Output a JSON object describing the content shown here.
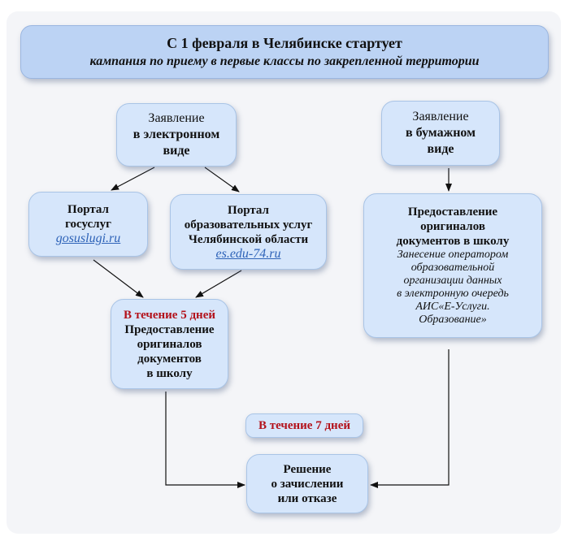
{
  "title": {
    "main": "С 1 февраля в Челябинске стартует",
    "sub": "кампания по приему в первые классы по закрепленной территории"
  },
  "electronic": {
    "line1": "Заявление",
    "line2": "в электронном",
    "line3": "виде"
  },
  "paper": {
    "line1": "Заявление",
    "line2": "в бумажном",
    "line3": "виде"
  },
  "gosuslugi": {
    "line1": "Портал",
    "line2": "госуслуг",
    "link": "gosuslugi.ru"
  },
  "edu_portal": {
    "line1": "Портал",
    "line2": "образовательных услуг",
    "line3": "Челябинской области",
    "link": "es.edu-74.ru"
  },
  "originals_electronic": {
    "deadline": "В течение 5 дней",
    "line1": "Предоставление",
    "line2": "оригиналов",
    "line3": "документов",
    "line4": "в школу"
  },
  "originals_paper": {
    "line1": "Предоставление",
    "line2": "оригиналов",
    "line3": "документов в школу",
    "note1": "Занесение оператором",
    "note2": "образовательной",
    "note3": "организации данных",
    "note4": "в электронную очередь",
    "note5": "АИС«Е-Услуги.",
    "note6": "Образование»"
  },
  "deadline7": "В течение 7 дней",
  "decision": {
    "line1": "Решение",
    "line2": "о зачислении",
    "line3": "или отказе"
  }
}
